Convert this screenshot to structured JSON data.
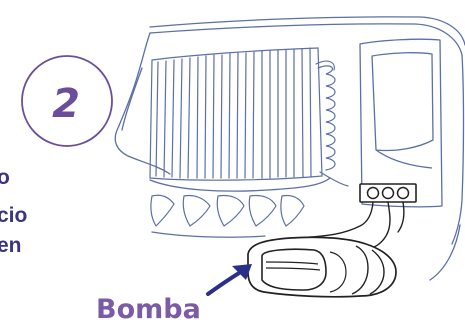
{
  "step": {
    "number": "2"
  },
  "side_text_fragments": [
    "o",
    "cio",
    "en"
  ],
  "callout": {
    "label": "Bomba"
  },
  "colors": {
    "accent": "#6a4e9c",
    "callout_text": "#7b5aa6",
    "side_text": "#3d3383",
    "line": "#5b6fa8",
    "arrow": "#2a2f8a",
    "ink": "#222222"
  }
}
